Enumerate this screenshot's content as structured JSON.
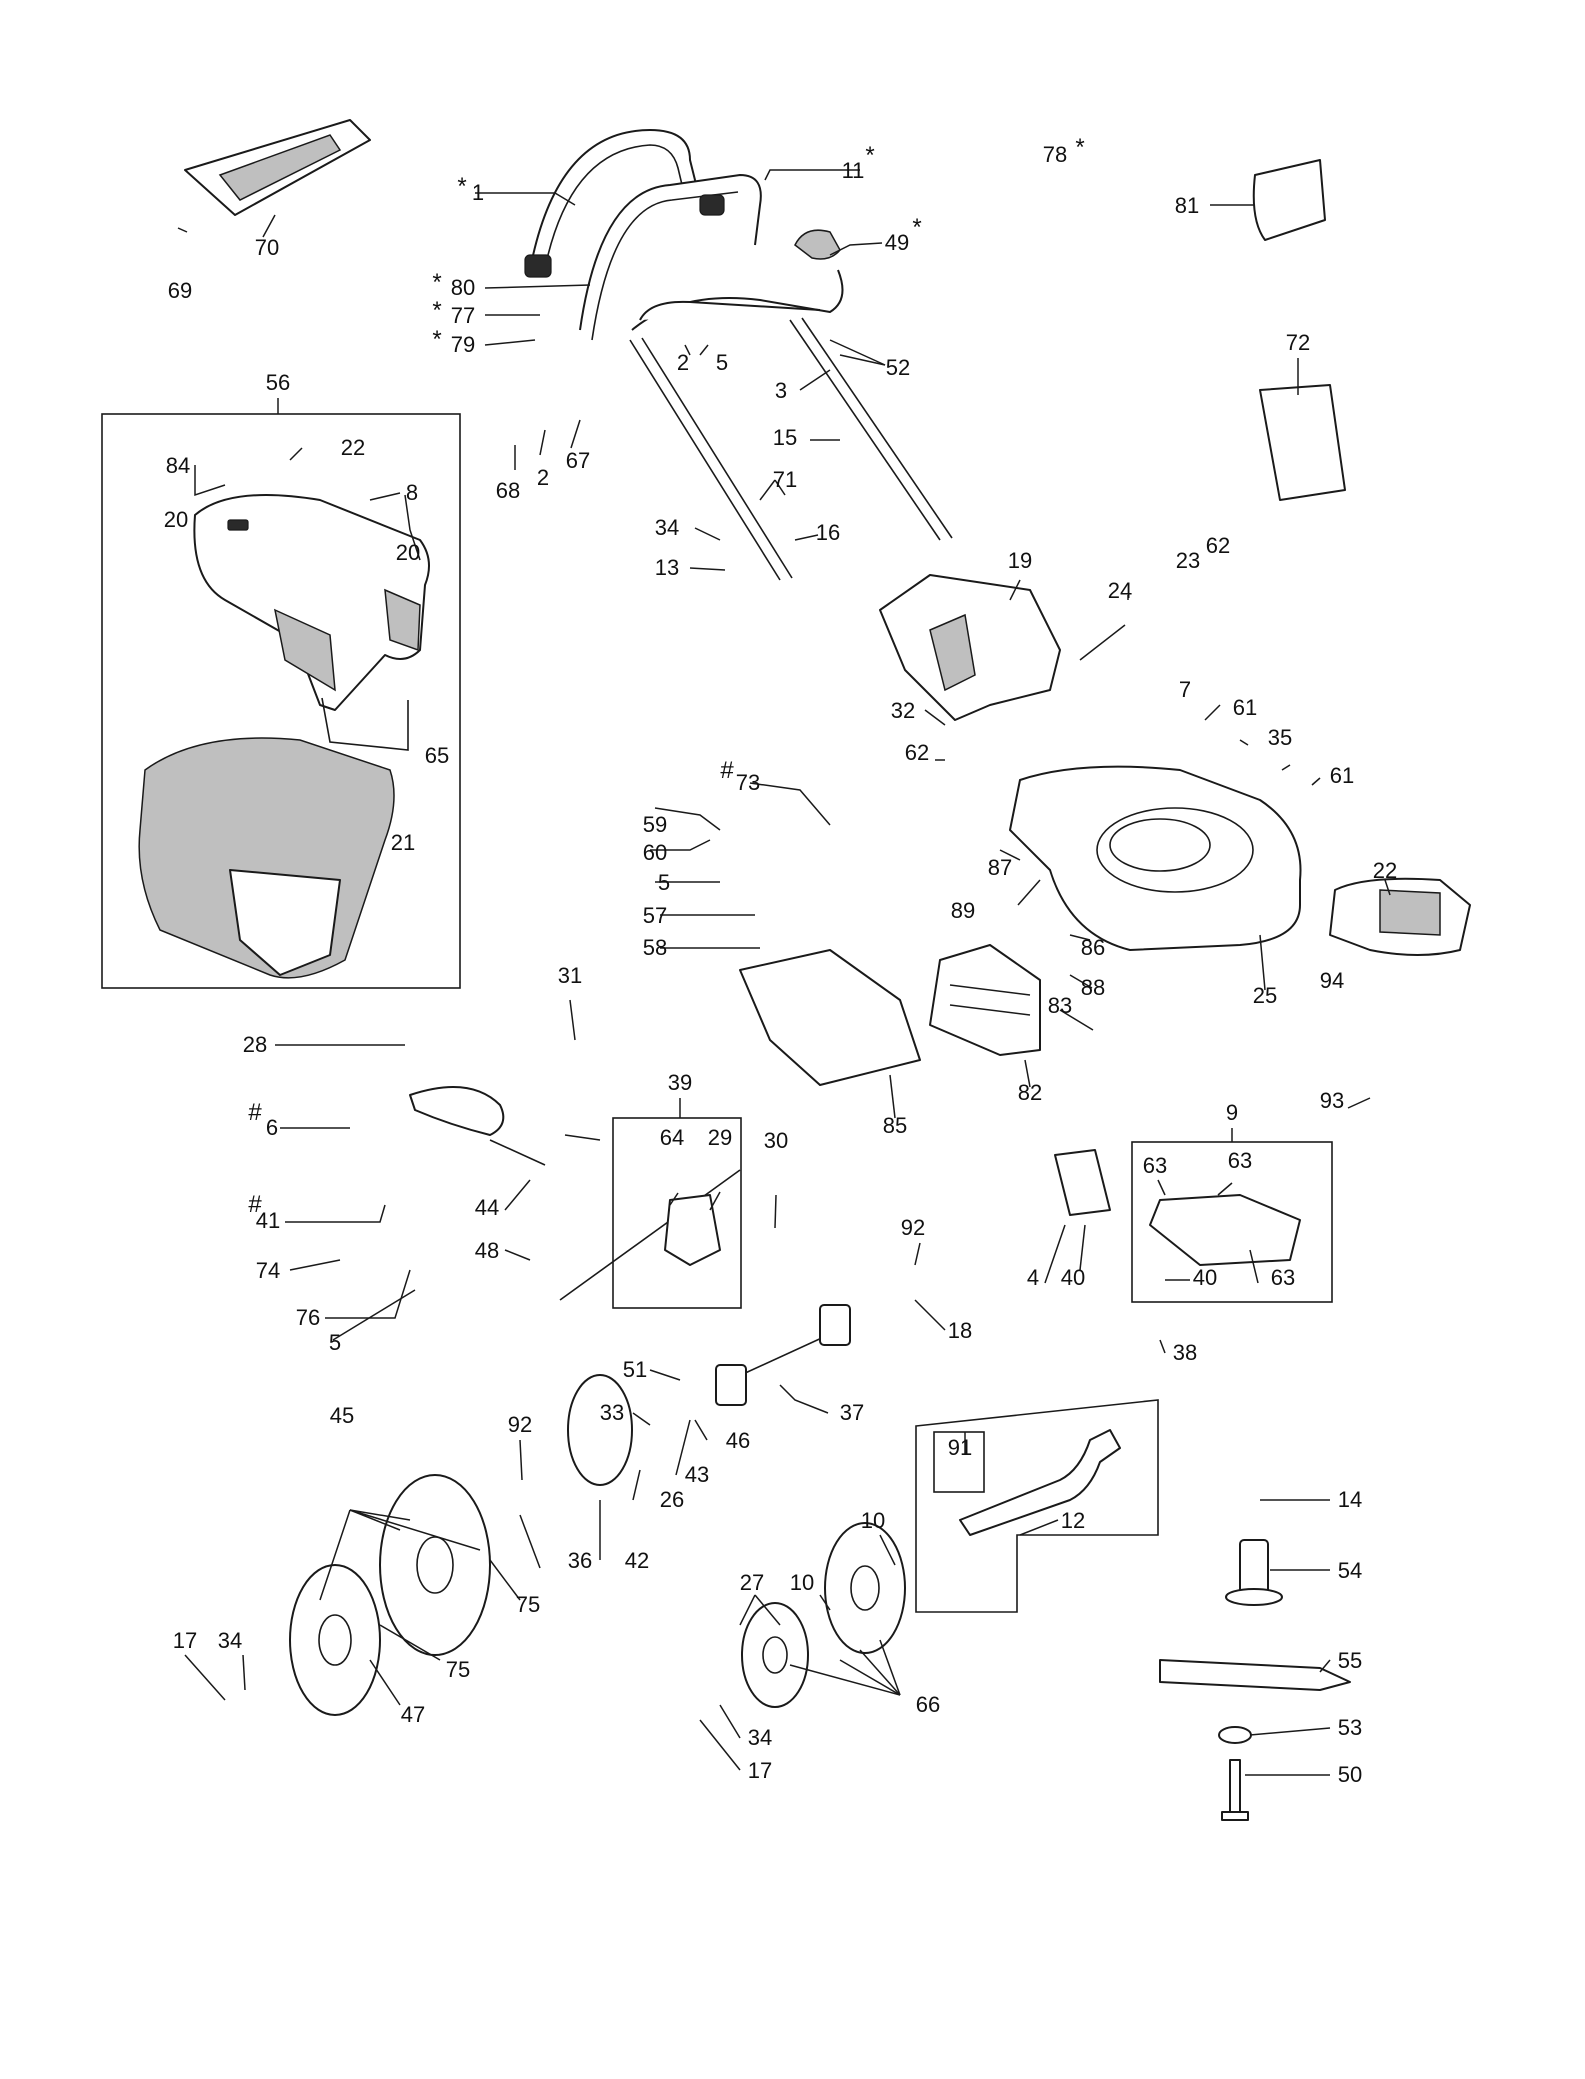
{
  "diagram": {
    "kind": "exploded-parts-view",
    "callouts": {
      "c1": "1",
      "c11": "11",
      "c78": "78",
      "c81": "81",
      "c70": "70",
      "c69": "69",
      "c49": "49",
      "c80": "80",
      "c77": "77",
      "c79": "79",
      "c2a": "2",
      "c5a": "5",
      "c52": "52",
      "c3": "3",
      "c72": "72",
      "c56": "56",
      "c22a": "22",
      "c84": "84",
      "c8": "8",
      "c20a": "20",
      "c20b": "20",
      "c68": "68",
      "c2b": "2",
      "c67": "67",
      "c15": "15",
      "c71": "71",
      "c34a": "34",
      "c16": "16",
      "c13": "13",
      "c19": "19",
      "c23": "23",
      "c62a": "62",
      "c24": "24",
      "c7": "7",
      "c32": "32",
      "c61a": "61",
      "c62b": "62",
      "c35": "35",
      "c65": "65",
      "c61b": "61",
      "c73": "73",
      "c21": "21",
      "c59": "59",
      "c60": "60",
      "c5b": "5",
      "c87": "87",
      "c22b": "22",
      "c89": "89",
      "c57": "57",
      "c86": "86",
      "c58": "58",
      "c88": "88",
      "c94": "94",
      "c83": "83",
      "c25": "25",
      "c31": "31",
      "c28": "28",
      "c39": "39",
      "c82": "82",
      "c93": "93",
      "c85": "85",
      "c9": "9",
      "c6": "6",
      "c64": "64",
      "c29": "29",
      "c30": "30",
      "c63a": "63",
      "c63b": "63",
      "c44": "44",
      "c41": "41",
      "c48": "48",
      "c92a": "92",
      "c4": "4",
      "c40a": "40",
      "c40b": "40",
      "c63c": "63",
      "c74": "74",
      "c76": "76",
      "c18": "18",
      "c5c": "5",
      "c38": "38",
      "c51": "51",
      "c37": "37",
      "c45": "45",
      "c33": "33",
      "c92b": "92",
      "c46": "46",
      "c43": "43",
      "c91": "91",
      "c26": "26",
      "c14": "14",
      "c12": "12",
      "c10a": "10",
      "c36": "36",
      "c42": "42",
      "c54": "54",
      "c75a": "75",
      "c27": "27",
      "c10b": "10",
      "c17a": "17",
      "c34b": "34",
      "c55": "55",
      "c75b": "75",
      "c47": "47",
      "c66": "66",
      "c53": "53",
      "c34c": "34",
      "c50": "50",
      "c17b": "17"
    },
    "marks": {
      "asterisk": "*",
      "hash": "#"
    }
  }
}
